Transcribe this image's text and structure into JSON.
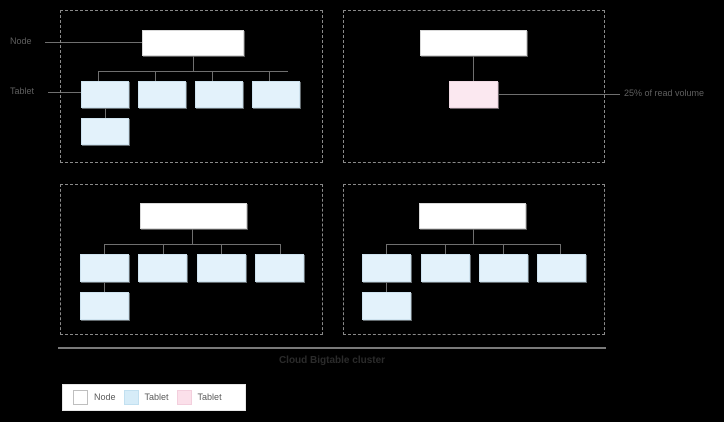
{
  "diagram": {
    "caption": "Cloud Bigtable cluster",
    "side_labels": [
      {
        "id": "node",
        "text": "Node"
      },
      {
        "id": "tablet",
        "text": "Tablet"
      }
    ],
    "callouts": [
      {
        "id": "read-volume",
        "text": "25% of read volume"
      }
    ],
    "colors": {
      "node_fill": "#ffffff",
      "tablet_fill": "#e3f2fb",
      "tablet_hot_fill": "#fbe8f0",
      "connector": "#6f6f6f",
      "quad_border": "#8a8a8a",
      "background": "#000000"
    },
    "quadrants": [
      {
        "id": "quadrant-top-left",
        "node": {
          "label": ""
        },
        "tablets": [
          {
            "label": "",
            "type": "tablet"
          },
          {
            "label": "",
            "type": "tablet"
          },
          {
            "label": "",
            "type": "tablet"
          },
          {
            "label": "",
            "type": "tablet"
          },
          {
            "label": "",
            "type": "tablet"
          }
        ]
      },
      {
        "id": "quadrant-top-right",
        "node": {
          "label": ""
        },
        "tablets": [
          {
            "label": "",
            "type": "tablet-hot"
          }
        ]
      },
      {
        "id": "quadrant-bottom-left",
        "node": {
          "label": ""
        },
        "tablets": [
          {
            "label": "",
            "type": "tablet"
          },
          {
            "label": "",
            "type": "tablet"
          },
          {
            "label": "",
            "type": "tablet"
          },
          {
            "label": "",
            "type": "tablet"
          },
          {
            "label": "",
            "type": "tablet"
          }
        ]
      },
      {
        "id": "quadrant-bottom-right",
        "node": {
          "label": ""
        },
        "tablets": [
          {
            "label": "",
            "type": "tablet"
          },
          {
            "label": "",
            "type": "tablet"
          },
          {
            "label": "",
            "type": "tablet"
          },
          {
            "label": "",
            "type": "tablet"
          },
          {
            "label": "",
            "type": "tablet"
          }
        ]
      }
    ],
    "legend": {
      "items": [
        {
          "label": "Node",
          "color": "#ffffff"
        },
        {
          "label": "Tablet",
          "color": "#d6ecf8"
        },
        {
          "label": "Tablet",
          "color": "#fbe0ea"
        }
      ]
    }
  }
}
